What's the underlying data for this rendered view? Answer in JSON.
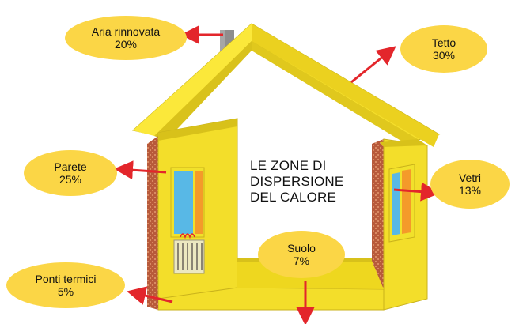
{
  "title": {
    "line1": "LE ZONE DI",
    "line2": "DISPERSIONE",
    "line3": "DEL CALORE"
  },
  "zones": {
    "aria": {
      "label": "Aria rinnovata",
      "value": "20%"
    },
    "tetto": {
      "label": "Tetto",
      "value": "30%"
    },
    "parete": {
      "label": "Parete",
      "value": "25%"
    },
    "vetri": {
      "label": "Vetri",
      "value": "13%"
    },
    "suolo": {
      "label": "Suolo",
      "value": "7%"
    },
    "ponti": {
      "label": "Ponti termici",
      "value": "5%"
    }
  },
  "colors": {
    "bubble": "#fbd646",
    "house_yellow": "#f6e22b",
    "arrow_red": "#e3262b",
    "brick": "#b55a3c",
    "glass": "#58b8e6",
    "frame_orange": "#f49a2a",
    "chimney": "#8d8d8d"
  }
}
